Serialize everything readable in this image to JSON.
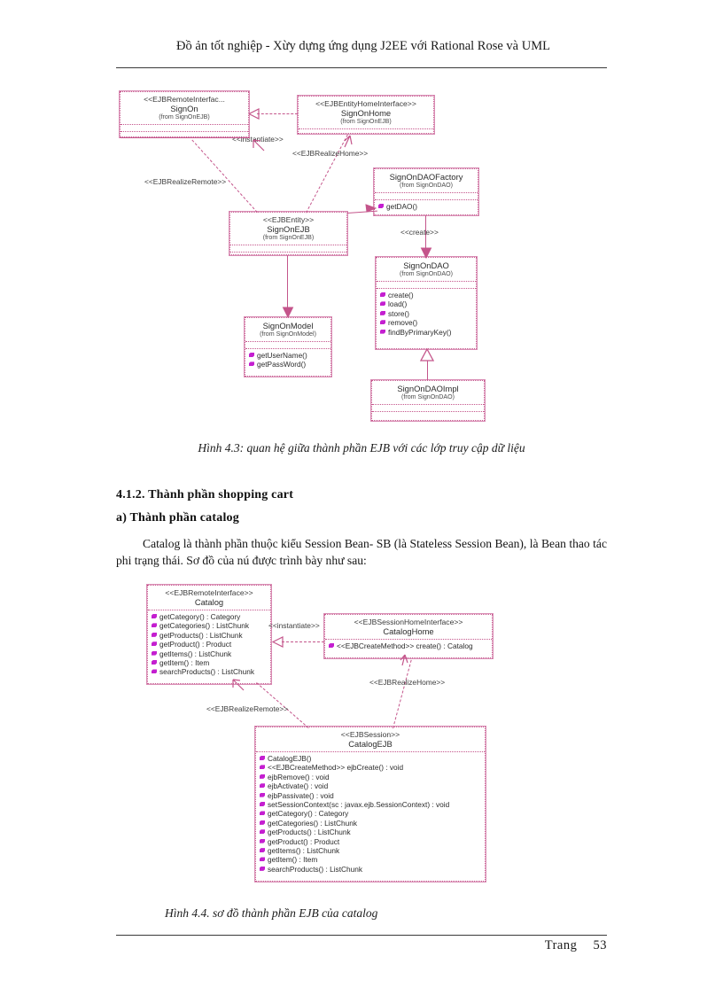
{
  "page": {
    "header": "Đồ ản tốt nghiệp   -   Xừy dựng ứng dụng J2EE với Rational  Rose và UML",
    "footer_label": "Trang",
    "footer_page": "53"
  },
  "figure1": {
    "caption": "Hình 4.3: quan hệ giữa thành phần EJB với các lớp truy cập dữ liệu",
    "classes": [
      {
        "stereotype": "<<EJBRemoteInterfac...",
        "name": "SignOn",
        "from": "(from SignOnEJB)",
        "ops": []
      },
      {
        "stereotype": "<<EJBEntityHomeInterface>>",
        "name": "SignOnHome",
        "from": "(from SignOnEJB)",
        "ops": []
      },
      {
        "stereotype": "",
        "name": "SignOnDAOFactory",
        "from": "(from SignOnDAO)",
        "ops": [
          "getDAO()"
        ]
      },
      {
        "stereotype": "<<EJBEntity>>",
        "name": "SignOnEJB",
        "from": "(from SignOnEJB)",
        "ops": []
      },
      {
        "stereotype": "",
        "name": "SignOnDAO",
        "from": "(from SignOnDAO)",
        "ops": [
          "create()",
          "load()",
          "store()",
          "remove()",
          "findByPrimaryKey()"
        ]
      },
      {
        "stereotype": "",
        "name": "SignOnModel",
        "from": "(from SignOnModel)",
        "ops": [
          "getUserName()",
          "getPassWord()"
        ]
      },
      {
        "stereotype": "",
        "name": "SignOnDAOImpl",
        "from": "(from SignOnDAO)",
        "ops": []
      }
    ],
    "connectors": [
      {
        "label": "<<instantiate>>"
      },
      {
        "label": "<<EJBRealizeHome>>"
      },
      {
        "label": "<<EJBRealizeRemote>>"
      },
      {
        "label": "<<create>>"
      }
    ]
  },
  "section": {
    "heading": "4.1.2. Thành  phần  shopping  cart",
    "subheading": "a) Thành  phần  catalog",
    "paragraph": "Catalog  là  thành  phần  thuộc  kiểu  Session  Bean-  SB  (là  Stateless  Session  Bean),  là Bean thao tác phi trạng thái.  Sơ đồ của nú được trình  bày như  sau:"
  },
  "figure2": {
    "caption": "Hình 4.4. sơ đồ thành phần EJB của catalog",
    "classes": [
      {
        "stereotype": "<<EJBRemoteInterface>>",
        "name": "Catalog",
        "from": "",
        "ops": [
          "getCategory() : Category",
          "getCategories() : ListChunk",
          "getProducts() : ListChunk",
          "getProduct() : Product",
          "getItems() : ListChunk",
          "getItem() : Item",
          "searchProducts() : ListChunk"
        ]
      },
      {
        "stereotype": "<<EJBSessionHomeInterface>>",
        "name": "CatalogHome",
        "from": "",
        "ops": [
          "<<EJBCreateMethod>> create() : Catalog"
        ]
      },
      {
        "stereotype": "<<EJBSession>>",
        "name": "CatalogEJB",
        "from": "",
        "ops": [
          "CatalogEJB()",
          "<<EJBCreateMethod>> ejbCreate() : void",
          "ejbRemove() : void",
          "ejbActivate() : void",
          "ejbPassivate() : void",
          "setSessionContext(sc : javax.ejb.SessionContext) : void",
          "getCategory() : Category",
          "getCategories() : ListChunk",
          "getProducts() : ListChunk",
          "getProduct() : Product",
          "getItems() : ListChunk",
          "getItem() : Item",
          "searchProducts() : ListChunk"
        ]
      }
    ],
    "connectors": [
      {
        "label": "<<instantiate>>"
      },
      {
        "label": "<<EJBRealizeHome>>"
      },
      {
        "label": "<<EJBRealizeRemote>>"
      }
    ]
  }
}
